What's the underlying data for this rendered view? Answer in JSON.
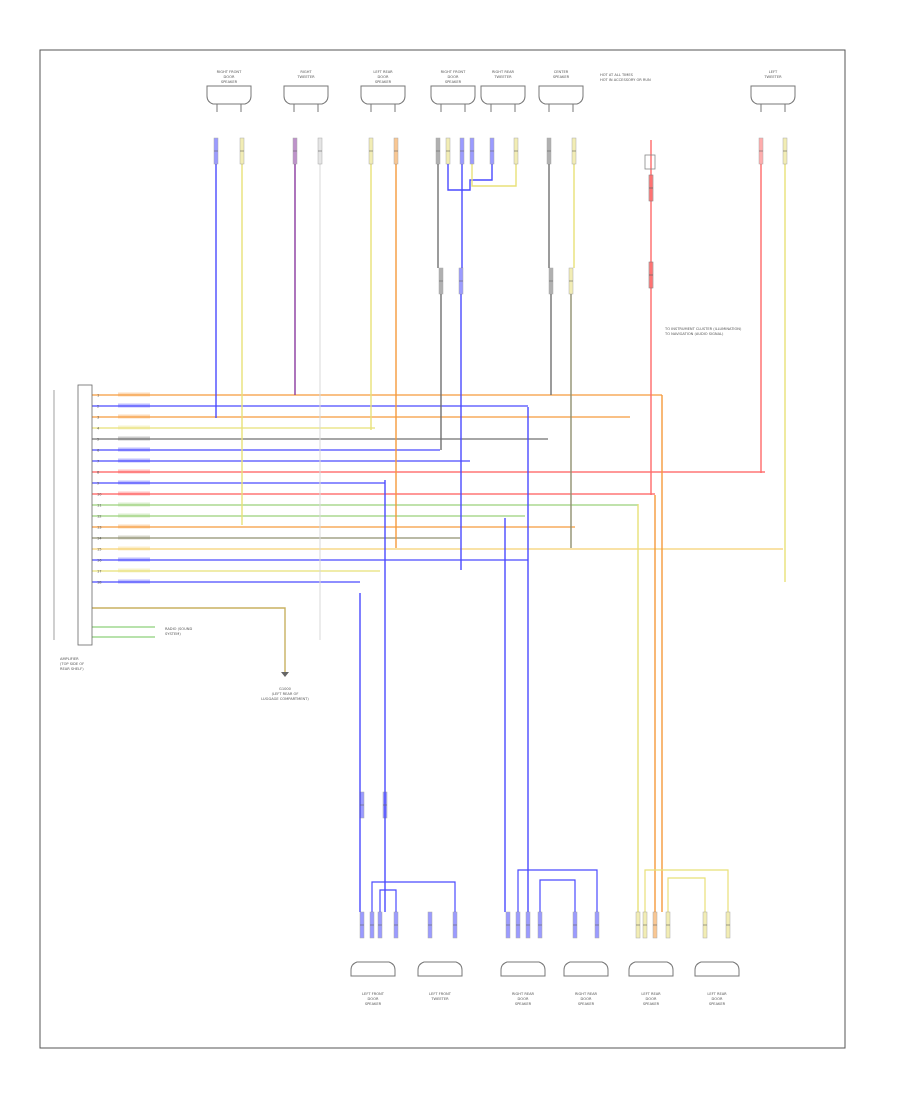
{
  "diagram": {
    "footer_code": "",
    "top_components": [
      {
        "id": "rf-door-spk",
        "label": [
          "RIGHT FRONT",
          "DOOR",
          "SPEAKER"
        ]
      },
      {
        "id": "rf-tweeter",
        "label": [
          "RIGHT",
          "TWEETER"
        ]
      },
      {
        "id": "lr-door-spk",
        "label": [
          "LEFT REAR",
          "DOOR",
          "SPEAKER"
        ]
      },
      {
        "id": "rr-door-spk",
        "label": [
          "RIGHT FRONT",
          "DOOR",
          "SPEAKER"
        ]
      },
      {
        "id": "rr-tweeter",
        "label": [
          "RIGHT REAR",
          "TWEETER"
        ]
      },
      {
        "id": "center-spk",
        "label": [
          "CENTER",
          "SPEAKER"
        ]
      },
      {
        "id": "l-tweeter",
        "label": [
          "LEFT",
          "TWEETER"
        ]
      }
    ],
    "bottom_components": [
      {
        "id": "lf-door-spk",
        "label": [
          "LEFT FRONT",
          "DOOR",
          "SPEAKER"
        ]
      },
      {
        "id": "lf-tweeter",
        "label": [
          "LEFT FRONT",
          "TWEETER"
        ]
      },
      {
        "id": "rr-low-spk",
        "label": [
          "RIGHT REAR",
          "DOOR",
          "SPEAKER"
        ]
      },
      {
        "id": "rr-door2-spk",
        "label": [
          "RIGHT REAR",
          "DOOR",
          "SPEAKER"
        ]
      },
      {
        "id": "lr-low-spk",
        "label": [
          "LEFT REAR",
          "DOOR",
          "SPEAKER"
        ]
      },
      {
        "id": "lr-door2-spk",
        "label": [
          "LEFT REAR",
          "DOOR",
          "SPEAKER"
        ]
      }
    ],
    "amplifier": {
      "label": [
        "AMPLIFIER",
        "(TOP SIDE OF",
        "REAR SHELF)"
      ]
    },
    "ground_label": [
      "G1000",
      "(LEFT REAR OF",
      "LUGGAGE COMPARTMENT)"
    ],
    "side_note": [
      "RADIO (SOUND",
      "SYSTEM)"
    ],
    "top_note": [
      "HOT AT ALL TIMES",
      "HOT IN ACCESSORY OR RUN"
    ],
    "right_notes": [
      "TO INSTRUMENT CLUSTER (ILLUMINATION)",
      "TO NAVIGATION (AUDIO SIGNAL)"
    ],
    "bus_colors": [
      "#f59a3c",
      "#4a4aff",
      "#f59a3c",
      "#e8e078",
      "#707070",
      "#4a4aff",
      "#4a4aff",
      "#ff5a5a",
      "#4a4aff",
      "#ff5a5a",
      "#9ad07a",
      "#9ad07a",
      "#f59a3c",
      "#909070",
      "#f5d070",
      "#4a4aff",
      "#e8e078",
      "#4a4aff"
    ],
    "connector_pins": [
      "1",
      "2",
      "3",
      "4",
      "5",
      "6",
      "7",
      "8",
      "9",
      "10",
      "11",
      "12",
      "13",
      "14",
      "15",
      "16",
      "17",
      "18"
    ],
    "wire_colors": {
      "blue": "#4a4aff",
      "violet": "#8a3aa0",
      "orange": "#f59a3c",
      "yellow": "#e8e078",
      "red": "#ff6a6a",
      "gray": "#707070",
      "green": "#8ed07a",
      "tan": "#c8b060"
    }
  }
}
